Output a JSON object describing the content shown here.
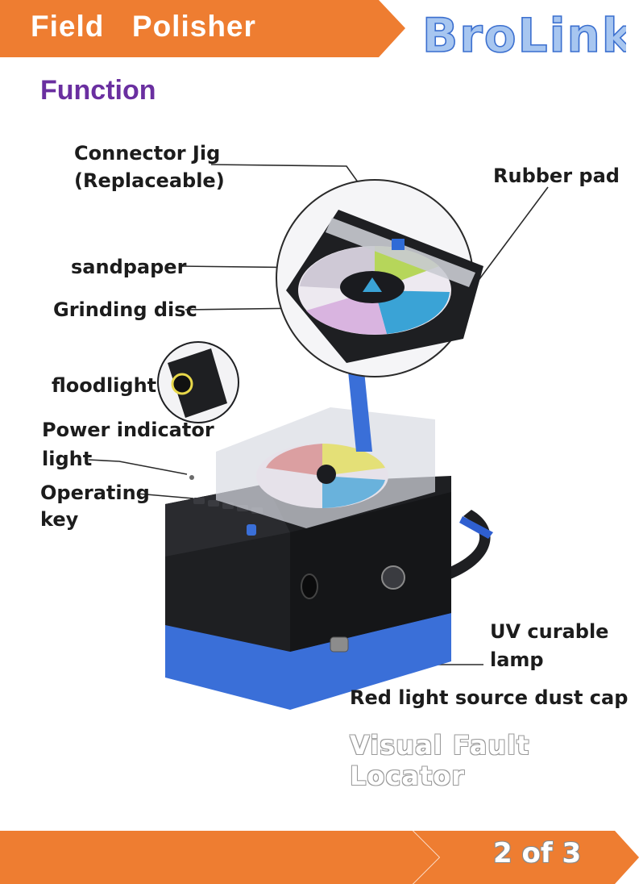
{
  "header": {
    "title": "Field  Polisher",
    "brand": "BroLink"
  },
  "section": {
    "title": "Function"
  },
  "labels": {
    "connector_jig_line1": "Connector Jig",
    "connector_jig_line2": "(Replaceable)",
    "rubber_pad": "Rubber pad",
    "sandpaper": "sandpaper",
    "grinding_disc": "Grinding disc",
    "floodlight": "floodlight",
    "power_indicator_line1": "Power indicator",
    "power_indicator_line2": "light",
    "operating_key_line1": "Operating",
    "operating_key_line2": "key",
    "uv_lamp_line1": "UV curable",
    "uv_lamp_line2": "lamp",
    "red_light_cap": "Red light source dust cap"
  },
  "caption": {
    "visual_fault_locator": "Visual Fault Locator"
  },
  "footer": {
    "page": "2 of 3"
  },
  "colors": {
    "accent_orange": "#ee7d31",
    "title_purple": "#6a2fa0",
    "brand_blue": "#3b6fcf",
    "device_blue": "#3a6fd8",
    "device_black": "#1e1f22"
  }
}
